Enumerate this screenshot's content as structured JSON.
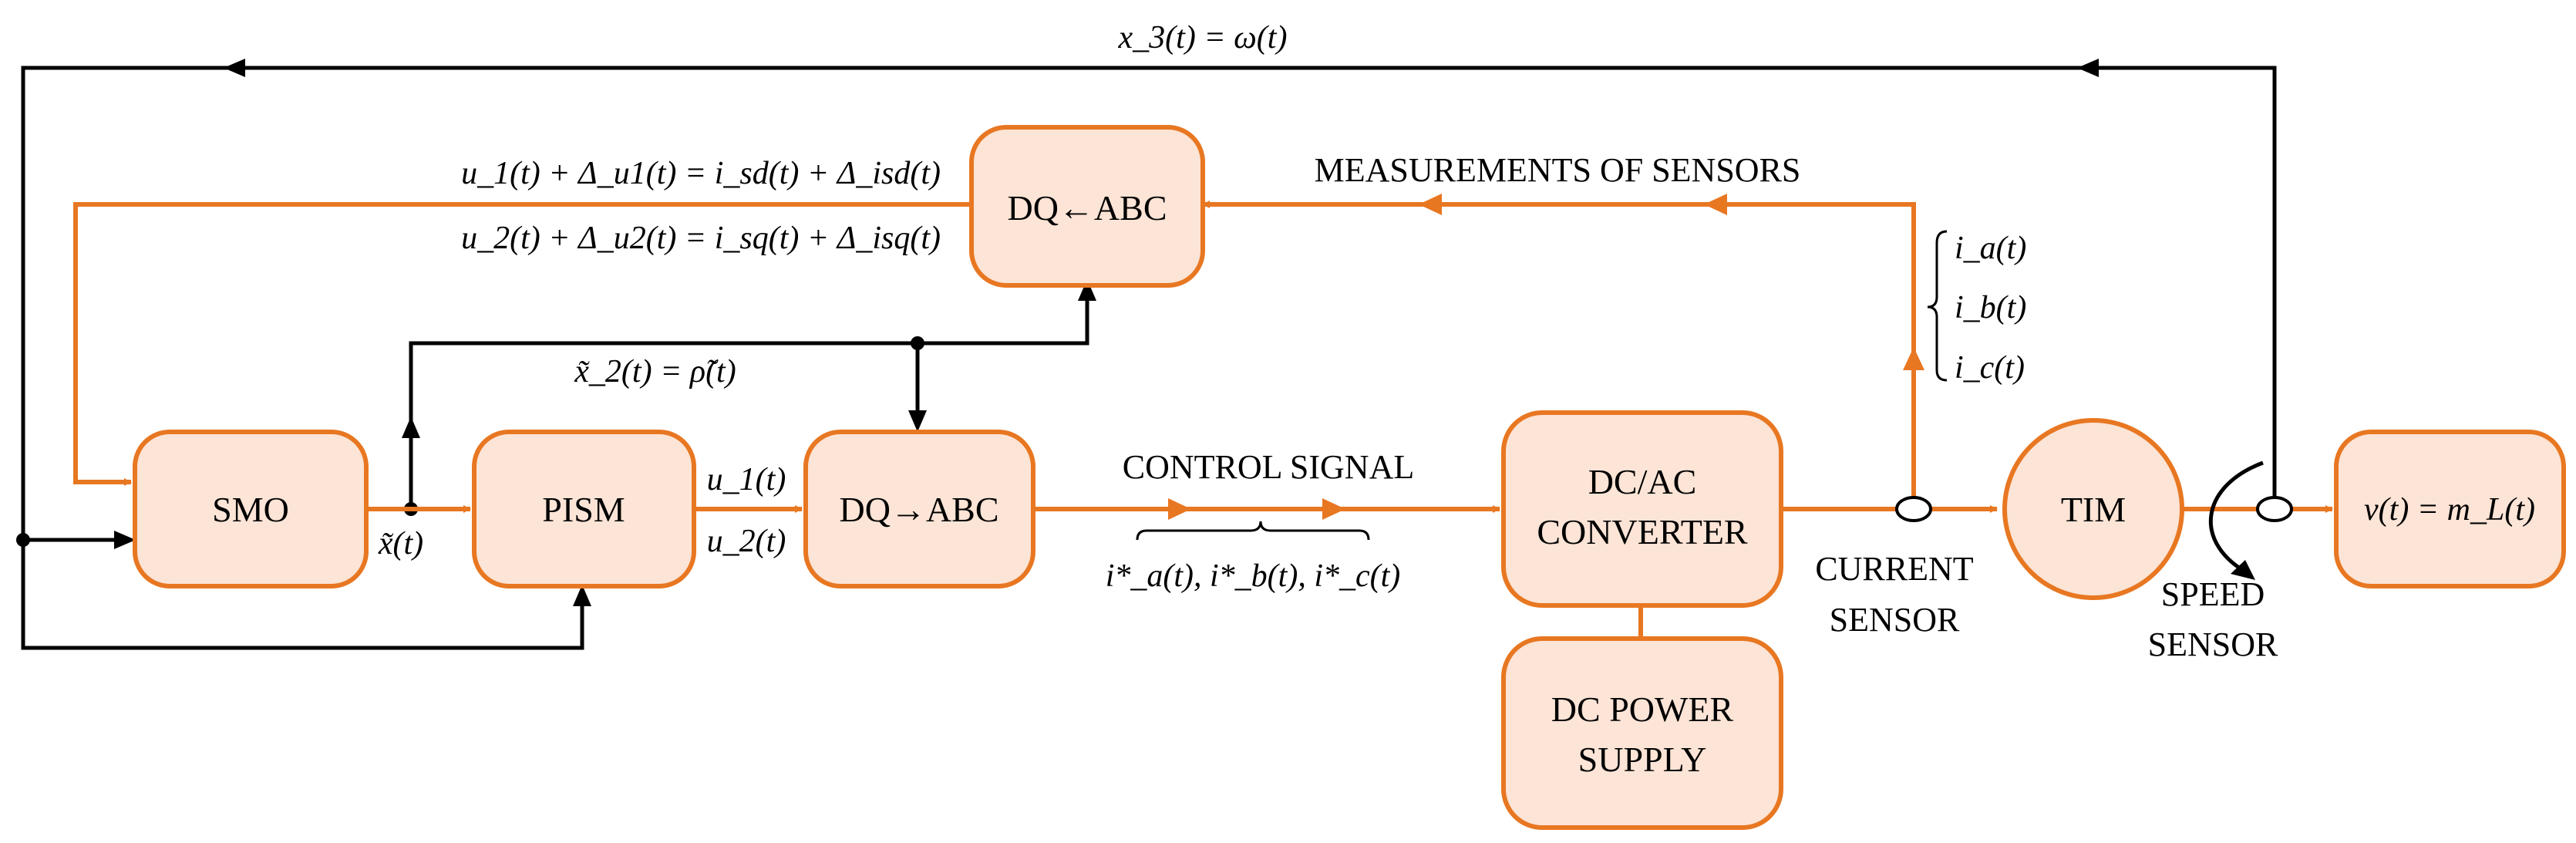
{
  "colors": {
    "accent_stroke": "#E87722",
    "block_fill": "#FCE4D6",
    "feedback_line": "#000000"
  },
  "blocks": {
    "smo": "SMO",
    "pism": "PISM",
    "dq_abc_top": "DQ←ABC",
    "dq_abc_mid": "DQ→ABC",
    "converter_line1": "DC/AC",
    "converter_line2": "CONVERTER",
    "power_line1": "DC POWER",
    "power_line2": "SUPPLY",
    "tim": "TIM",
    "load": "v(t) = m_L(t)"
  },
  "labels": {
    "top_feedback": "x_3(t) = ω(t)",
    "u1_eq": "u_1(t) + Δ_u1(t) = i_sd(t) + Δ_isd(t)",
    "u2_eq": "u_2(t) + Δ_u2(t) = i_sq(t) + Δ_isq(t)",
    "measurements": "MEASUREMENTS OF SENSORS",
    "x2_eq": "x̃_2(t) = ρ̃(t)",
    "x_tilde": "x̃(t)",
    "u1": "u_1(t)",
    "u2": "u_2(t)",
    "control_signal": "CONTROL SIGNAL",
    "currents_ref": "i*_a(t), i*_b(t), i*_c(t)",
    "ia": "i_a(t)",
    "ib": "i_b(t)",
    "ic": "i_c(t)",
    "current_sensor_line1": "CURRENT",
    "current_sensor_line2": "SENSOR",
    "speed_sensor_line1": "SPEED",
    "speed_sensor_line2": "SENSOR"
  }
}
